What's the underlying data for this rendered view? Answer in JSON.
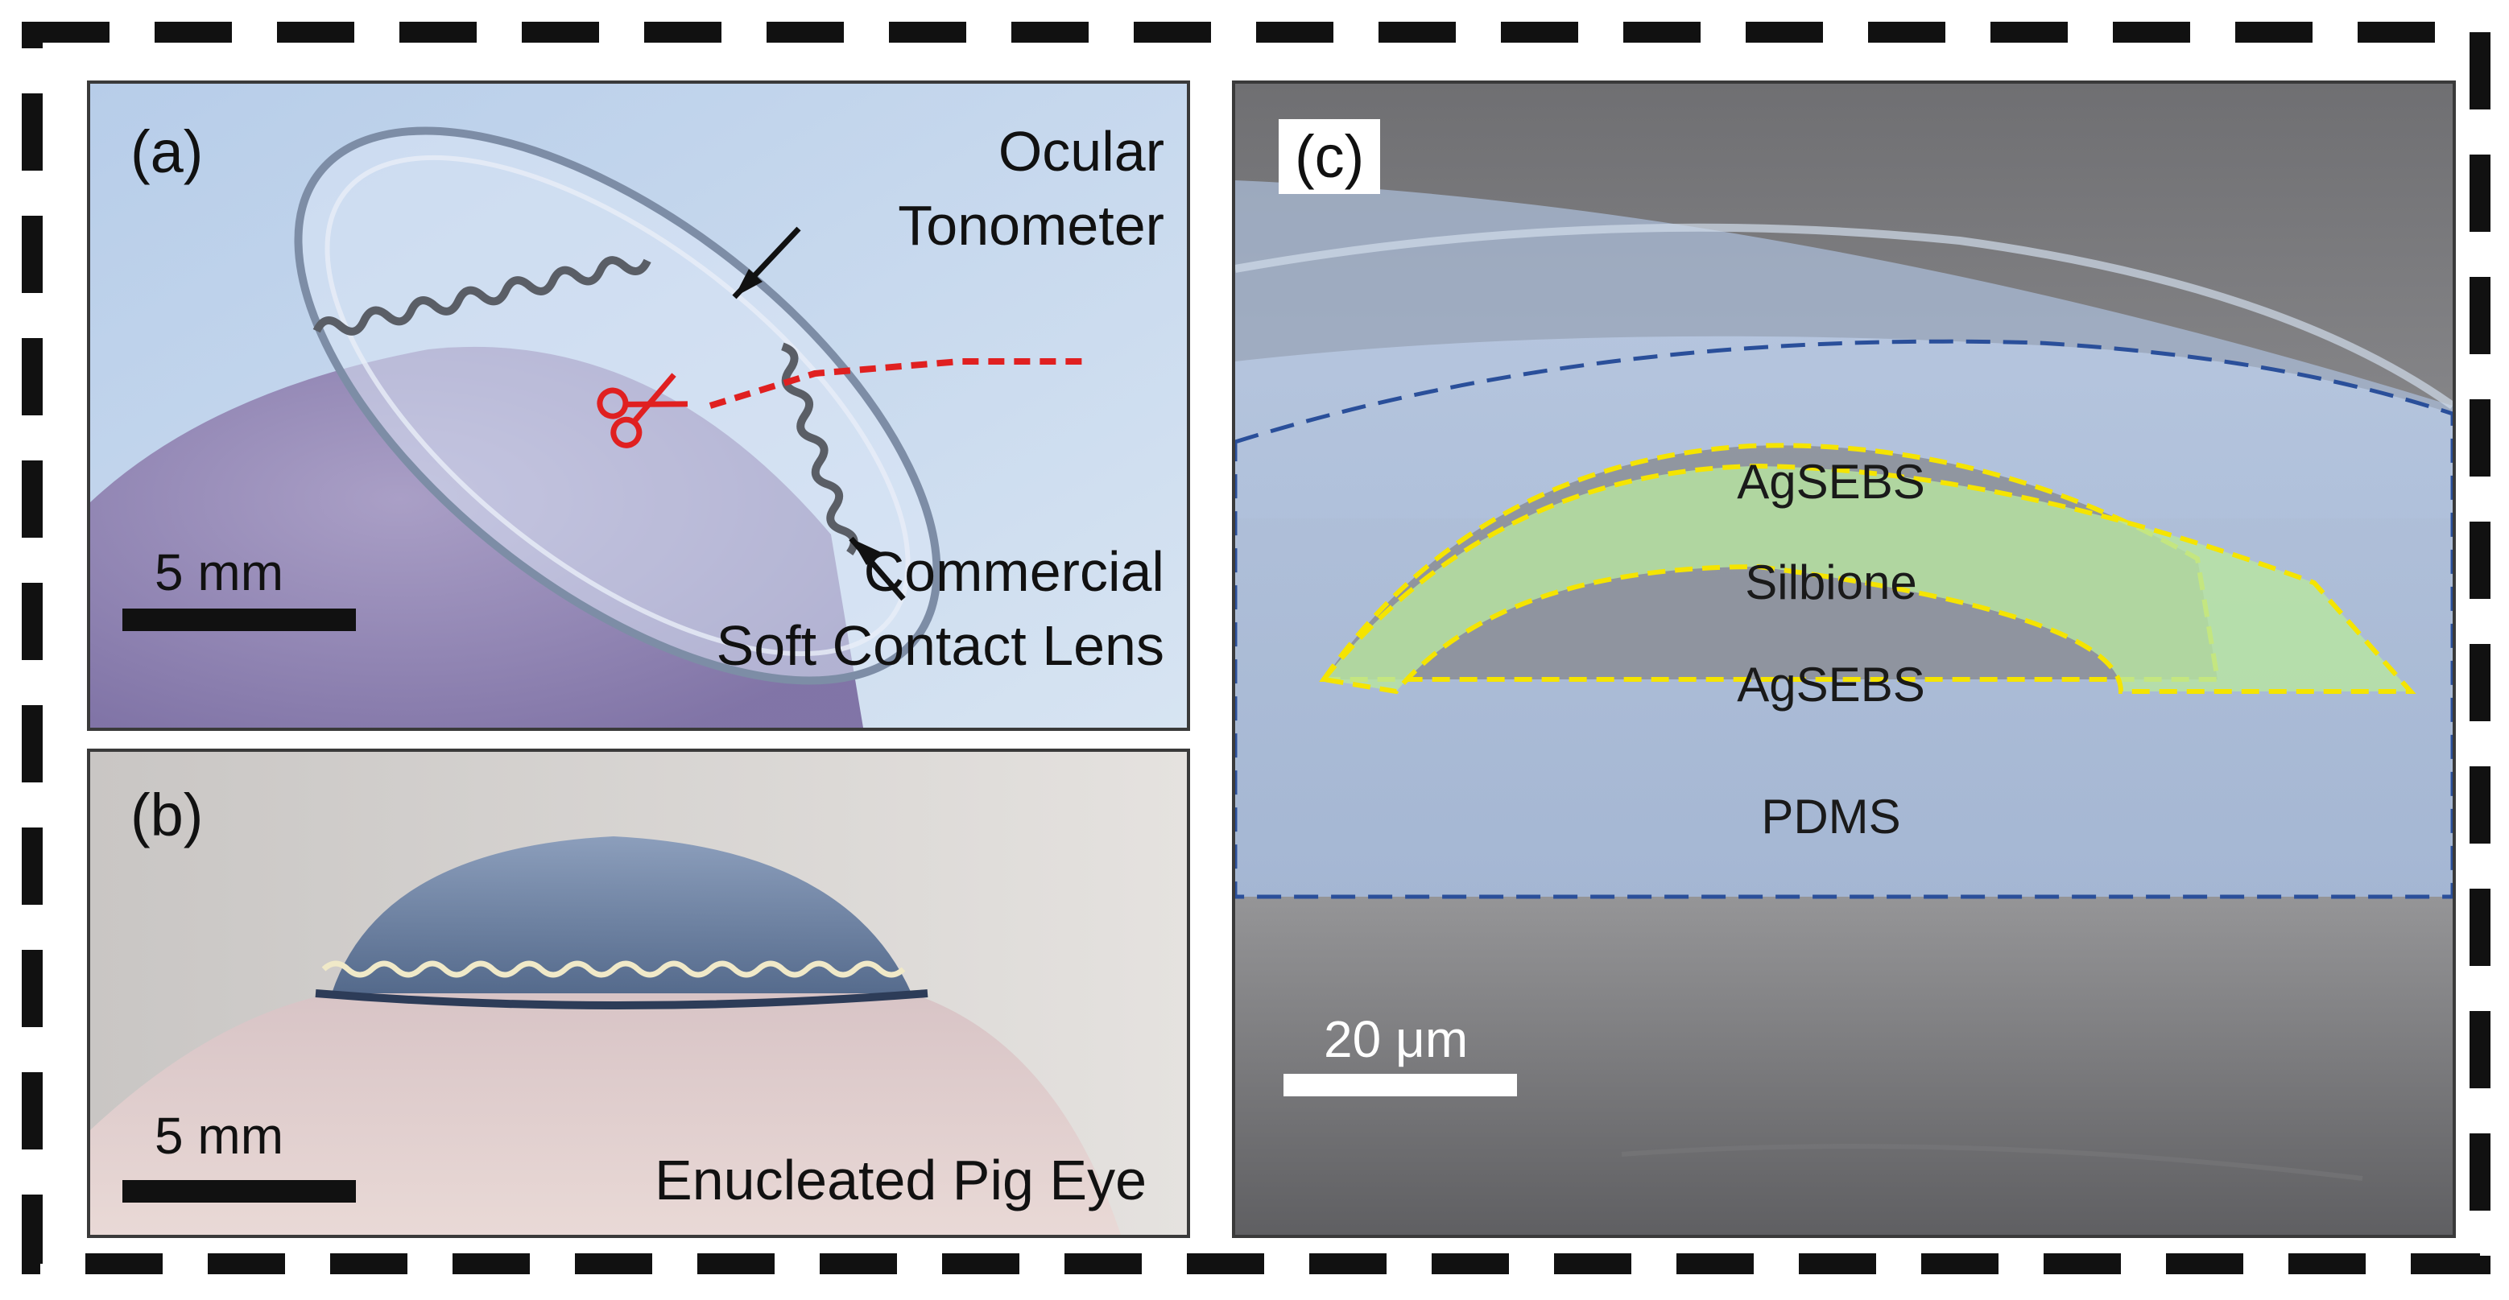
{
  "panel_a": {
    "letter": "(a)",
    "annotation_top_line1": "Ocular",
    "annotation_top_line2": "Tonometer",
    "annotation_bottom_line1": "Commercial",
    "annotation_bottom_line2": "Soft Contact Lens",
    "scale_label": "5 mm"
  },
  "panel_b": {
    "letter": "(b)",
    "scale_label": "5 mm",
    "caption": "Enucleated Pig Eye"
  },
  "panel_c": {
    "letter": "(c)",
    "layers": [
      "AgSEBS",
      "Silbione",
      "AgSEBS",
      "PDMS"
    ],
    "scale_label": "20 μm"
  },
  "colors": {
    "frame_dash": "#111111",
    "red_arrow": "#e02020",
    "yellow_outline": "#f5e400",
    "blue_outline": "#2a4f9a",
    "silbione_fill": "#b8e6a0"
  }
}
